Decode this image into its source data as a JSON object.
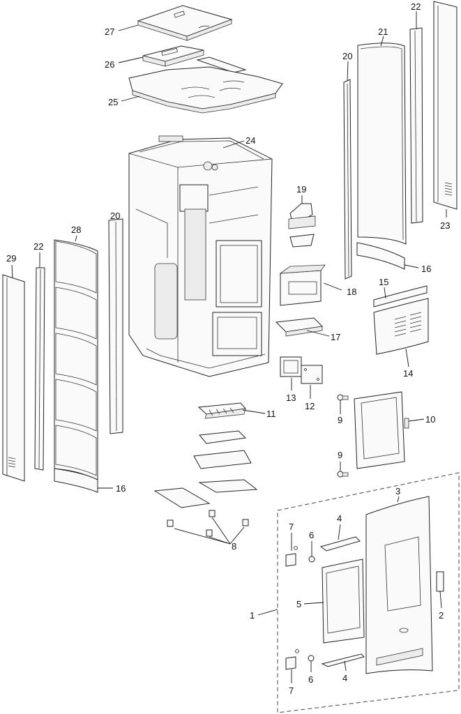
{
  "diagram": {
    "labels": [
      {
        "id": "l27",
        "text": "27"
      },
      {
        "id": "l26",
        "text": "26"
      },
      {
        "id": "l25",
        "text": "25"
      },
      {
        "id": "l24",
        "text": "24"
      },
      {
        "id": "l22a",
        "text": "22"
      },
      {
        "id": "l21",
        "text": "21"
      },
      {
        "id": "l20a",
        "text": "20"
      },
      {
        "id": "l23",
        "text": "23"
      },
      {
        "id": "l19",
        "text": "19"
      },
      {
        "id": "l18",
        "text": "18"
      },
      {
        "id": "l17",
        "text": "17"
      },
      {
        "id": "l16a",
        "text": "16"
      },
      {
        "id": "l15",
        "text": "15"
      },
      {
        "id": "l14",
        "text": "14"
      },
      {
        "id": "l13",
        "text": "13"
      },
      {
        "id": "l12",
        "text": "12"
      },
      {
        "id": "l11",
        "text": "11"
      },
      {
        "id": "l10",
        "text": "10"
      },
      {
        "id": "l9a",
        "text": "9"
      },
      {
        "id": "l9b",
        "text": "9"
      },
      {
        "id": "l29",
        "text": "29"
      },
      {
        "id": "l22b",
        "text": "22"
      },
      {
        "id": "l28",
        "text": "28"
      },
      {
        "id": "l20b",
        "text": "20"
      },
      {
        "id": "l16b",
        "text": "16"
      },
      {
        "id": "l8",
        "text": "8"
      },
      {
        "id": "l3",
        "text": "3"
      },
      {
        "id": "l4a",
        "text": "4"
      },
      {
        "id": "l7a",
        "text": "7"
      },
      {
        "id": "l6a",
        "text": "6"
      },
      {
        "id": "l5",
        "text": "5"
      },
      {
        "id": "l1",
        "text": "1"
      },
      {
        "id": "l2",
        "text": "2"
      },
      {
        "id": "l6b",
        "text": "6"
      },
      {
        "id": "l7b",
        "text": "7"
      },
      {
        "id": "l4b",
        "text": "4"
      }
    ]
  }
}
